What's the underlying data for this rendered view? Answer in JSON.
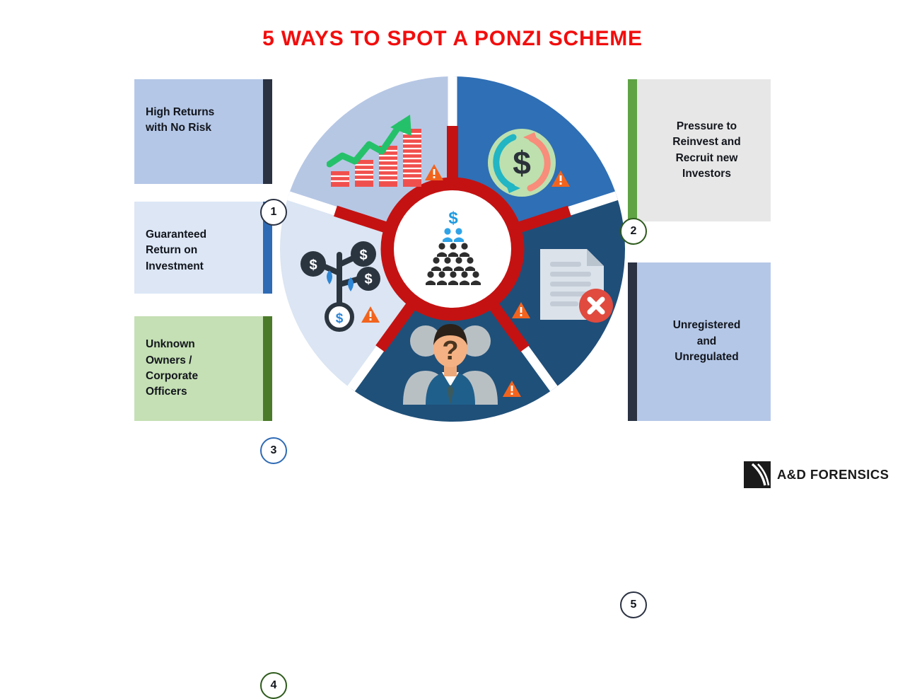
{
  "title": "5 WAYS TO SPOT A PONZI SCHEME",
  "colors": {
    "title_red": "#f20d0d",
    "spoke_red": "#c41212",
    "navy_bar": "#2b3242",
    "blue_bar": "#2f6bb5",
    "green_bar": "#5fa345",
    "dark_green_bar": "#4b7a2a",
    "card1_bg": "#b4c7e7",
    "card3_bg": "#dce6f5",
    "card4_bg": "#c5e0b4",
    "card2_bg": "#e7e7e7",
    "card5_bg": "#b4c7e7",
    "seg_top_left": "#b6c7e4",
    "seg_top_right": "#2f6fb5",
    "seg_right": "#1f4e79",
    "seg_bottom": "#1f5079",
    "seg_left": "#dbe5f3",
    "warning_orange": "#f2641e",
    "document_gray": "#d5dde5",
    "reject_red": "#e04a3f"
  },
  "cards": [
    {
      "number": "1",
      "text": "High Returns\nwith No Risk",
      "side": "left",
      "bg": "#b4c7e7",
      "bar": "#2b3242",
      "ring": "#2b3242",
      "align": "top"
    },
    {
      "number": "3",
      "text": "Guaranteed\nReturn on\nInvestment",
      "side": "left",
      "bg": "#dce6f5",
      "bar": "#2f6bb5",
      "ring": "#2f6bb5",
      "align": "top"
    },
    {
      "number": "4",
      "text": "Unknown\nOwners /\nCorporate\nOfficers",
      "side": "left",
      "bg": "#c5e0b4",
      "bar": "#4b7a2a",
      "ring": "#2e5b1c",
      "align": "center"
    },
    {
      "number": "2",
      "text": "Pressure to\nReinvest and\nRecruit new\nInvestors",
      "side": "right",
      "bg": "#e7e7e7",
      "bar": "#5fa345",
      "ring": "#2e5b1c",
      "align": "center"
    },
    {
      "number": "5",
      "text": "Unregistered\nand\nUnregulated",
      "side": "right",
      "bg": "#b4c7e7",
      "bar": "#2b3242",
      "ring": "#2b3242",
      "align": "center"
    }
  ],
  "wheel": {
    "center_icon": "pyramid-scheme-icon",
    "segments": [
      {
        "position": "top-left",
        "icon": "growth-chart-icon",
        "fill": "#b6c7e4",
        "linked_card": "1"
      },
      {
        "position": "top-right",
        "icon": "money-cycle-icon",
        "fill": "#2f6fb5",
        "linked_card": "2"
      },
      {
        "position": "right",
        "icon": "rejected-document-icon",
        "fill": "#1f4e79",
        "linked_card": "5"
      },
      {
        "position": "bottom",
        "icon": "anonymous-person-icon",
        "fill": "#1f5079",
        "linked_card": "4"
      },
      {
        "position": "left",
        "icon": "money-tree-icon",
        "fill": "#dbe5f3",
        "linked_card": "3"
      }
    ],
    "warning_badges": 5
  },
  "logo": {
    "mark": "ad-forensics-mark-icon",
    "text": "A&D FORENSICS"
  }
}
